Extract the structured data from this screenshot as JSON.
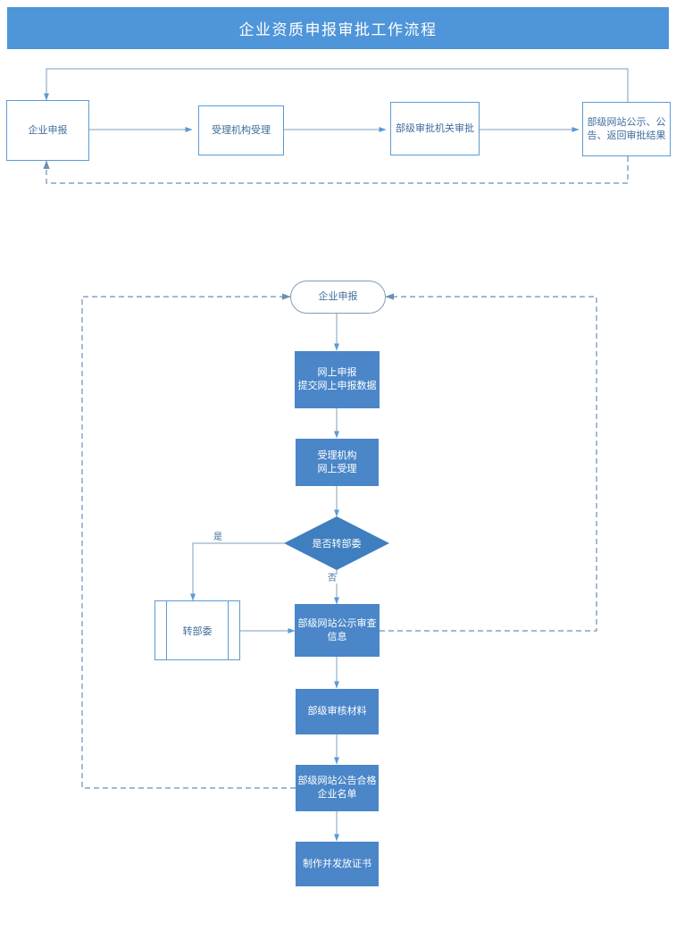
{
  "header": {
    "title": "企业资质申报审批工作流程"
  },
  "top_flow": {
    "name": "高层审批流程",
    "nodes": [
      {
        "id": "t1",
        "label": "企业申报",
        "shape": "rect-outline"
      },
      {
        "id": "t2",
        "label": "受理机构受理",
        "shape": "rect-outline"
      },
      {
        "id": "t3",
        "label": "部级审批机关审批",
        "shape": "rect-outline"
      },
      {
        "id": "t4",
        "label": "部级网站公示、公告、返回审批结果",
        "shape": "rect-outline"
      }
    ],
    "edges": [
      {
        "from": "t1",
        "to": "t2",
        "style": "solid"
      },
      {
        "from": "t2",
        "to": "t3",
        "style": "solid"
      },
      {
        "from": "t3",
        "to": "t4",
        "style": "solid"
      },
      {
        "from": "t4",
        "to": "t1",
        "style": "solid",
        "route": "top-feedback"
      },
      {
        "from": "t4",
        "to": "t1",
        "style": "dashed",
        "route": "bottom-feedback"
      }
    ]
  },
  "detail_flow": {
    "name": "详细业务流程",
    "nodes": [
      {
        "id": "d0",
        "label": "企业申报",
        "shape": "terminator"
      },
      {
        "id": "d1",
        "label_line1": "网上申报",
        "label_line2": "提交网上申报数据",
        "shape": "rect-fill"
      },
      {
        "id": "d2",
        "label_line1": "受理机构",
        "label_line2": "网上受理",
        "shape": "rect-fill"
      },
      {
        "id": "d3",
        "label": "是否转部委",
        "shape": "decision"
      },
      {
        "id": "d4",
        "label": "转部委",
        "shape": "predefined-process"
      },
      {
        "id": "d5",
        "label_line1": "部级网站公示审查",
        "label_line2": "信息",
        "shape": "rect-fill"
      },
      {
        "id": "d6",
        "label": "部级审核材料",
        "shape": "rect-fill"
      },
      {
        "id": "d7",
        "label_line1": "部级网站公告合格",
        "label_line2": "企业名单",
        "shape": "rect-fill"
      },
      {
        "id": "d8",
        "label": "制作并发放证书",
        "shape": "rect-fill"
      }
    ],
    "edges": [
      {
        "from": "d0",
        "to": "d1",
        "style": "solid"
      },
      {
        "from": "d1",
        "to": "d2",
        "style": "solid"
      },
      {
        "from": "d2",
        "to": "d3",
        "style": "solid"
      },
      {
        "from": "d3",
        "to": "d4",
        "style": "solid",
        "label": "是"
      },
      {
        "from": "d3",
        "to": "d5",
        "style": "solid",
        "label": "否"
      },
      {
        "from": "d4",
        "to": "d5",
        "style": "solid"
      },
      {
        "from": "d5",
        "to": "d6",
        "style": "solid"
      },
      {
        "from": "d6",
        "to": "d7",
        "style": "solid"
      },
      {
        "from": "d7",
        "to": "d8",
        "style": "solid"
      },
      {
        "from": "d5",
        "to": "d0",
        "style": "dashed",
        "route": "right-return"
      },
      {
        "from": "d7",
        "to": "d0",
        "style": "dashed",
        "route": "left-return"
      }
    ],
    "edge_labels": {
      "yes": "是",
      "no": "否"
    }
  },
  "colors": {
    "title_bar": "#4e95d9",
    "node_fill": "#4a86c8",
    "decision_fill": "#3f7fbf",
    "node_stroke": "#5b9bd5",
    "text_dark": "#3f6d9e",
    "text_light": "#ffffff",
    "connector": "#7f9db9",
    "dashed_connector": "#6b8fb3",
    "background": "#ffffff"
  }
}
